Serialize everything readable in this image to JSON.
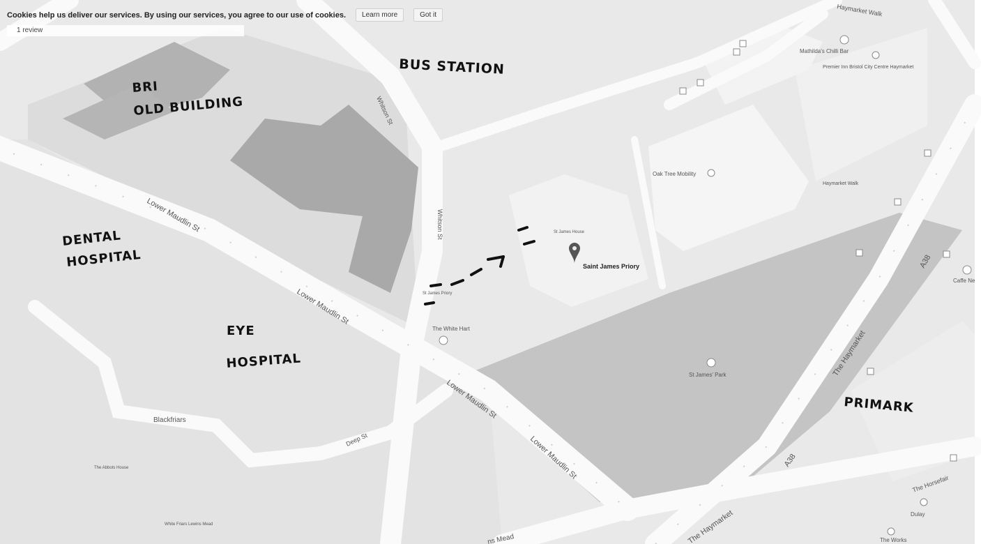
{
  "cookie_bar": {
    "text": "Cookies help us deliver our services. By using our services, you agree to our use of cookies.",
    "learn_more": "Learn more",
    "got_it": "Got it"
  },
  "review_snippet": "1 review",
  "streets": {
    "lower_maudlin_1": "Lower Maudlin St",
    "lower_maudlin_2": "Lower Maudlin St",
    "lower_maudlin_3": "Lower Maudlin St",
    "lower_maudlin_4": "Lower Maudlin St",
    "whitson_1": "Whitson St",
    "whitson_2": "Whitson St",
    "haymarket_1": "The Haymarket",
    "haymarket_2": "The Haymarket",
    "a38_1": "A38",
    "a38_2": "A38",
    "deep_st": "Deep St",
    "blackfriars": "Blackfriars",
    "horsefair": "The Horsefair",
    "haymarket_walk": "Haymarket Walk",
    "haymarket_walk_2": "Haymarket Walk",
    "mead": "ns Mead"
  },
  "places": {
    "saint_james_priory": "Saint James Priory",
    "st_james_house": "St James House",
    "st_james_priory_small": "St James Priory",
    "white_hart": "The White Hart",
    "oak_tree_mobility": "Oak Tree Mobility",
    "st_james_park": "St James' Park",
    "mathildas": "Mathilda's Chilli Bar",
    "premier_inn": "Premier Inn Bristol City Centre Haymarket",
    "caffe_nero": "Caffe Ne",
    "dulay": "Dulay",
    "the_works": "The Works",
    "abbots_house": "The Abbots House",
    "white_friars": "White Friars Lewins Mead"
  },
  "annotations": {
    "bri_line1": "BRI",
    "bri_line2": "OLD BUILDING",
    "bus_station": "BUS STATION",
    "dental_line1": "DENTAL",
    "dental_line2": "HOSPITAL",
    "eye_line1": "EYE",
    "eye_line2": "HOSPITAL",
    "primark": "PRIMARK"
  },
  "colors": {
    "background": "#ffffff",
    "block": "#e9e9e9",
    "building": "#a9a9a9",
    "road": "#fafafa",
    "park": "#c5c5c5",
    "pin": "#555555"
  }
}
